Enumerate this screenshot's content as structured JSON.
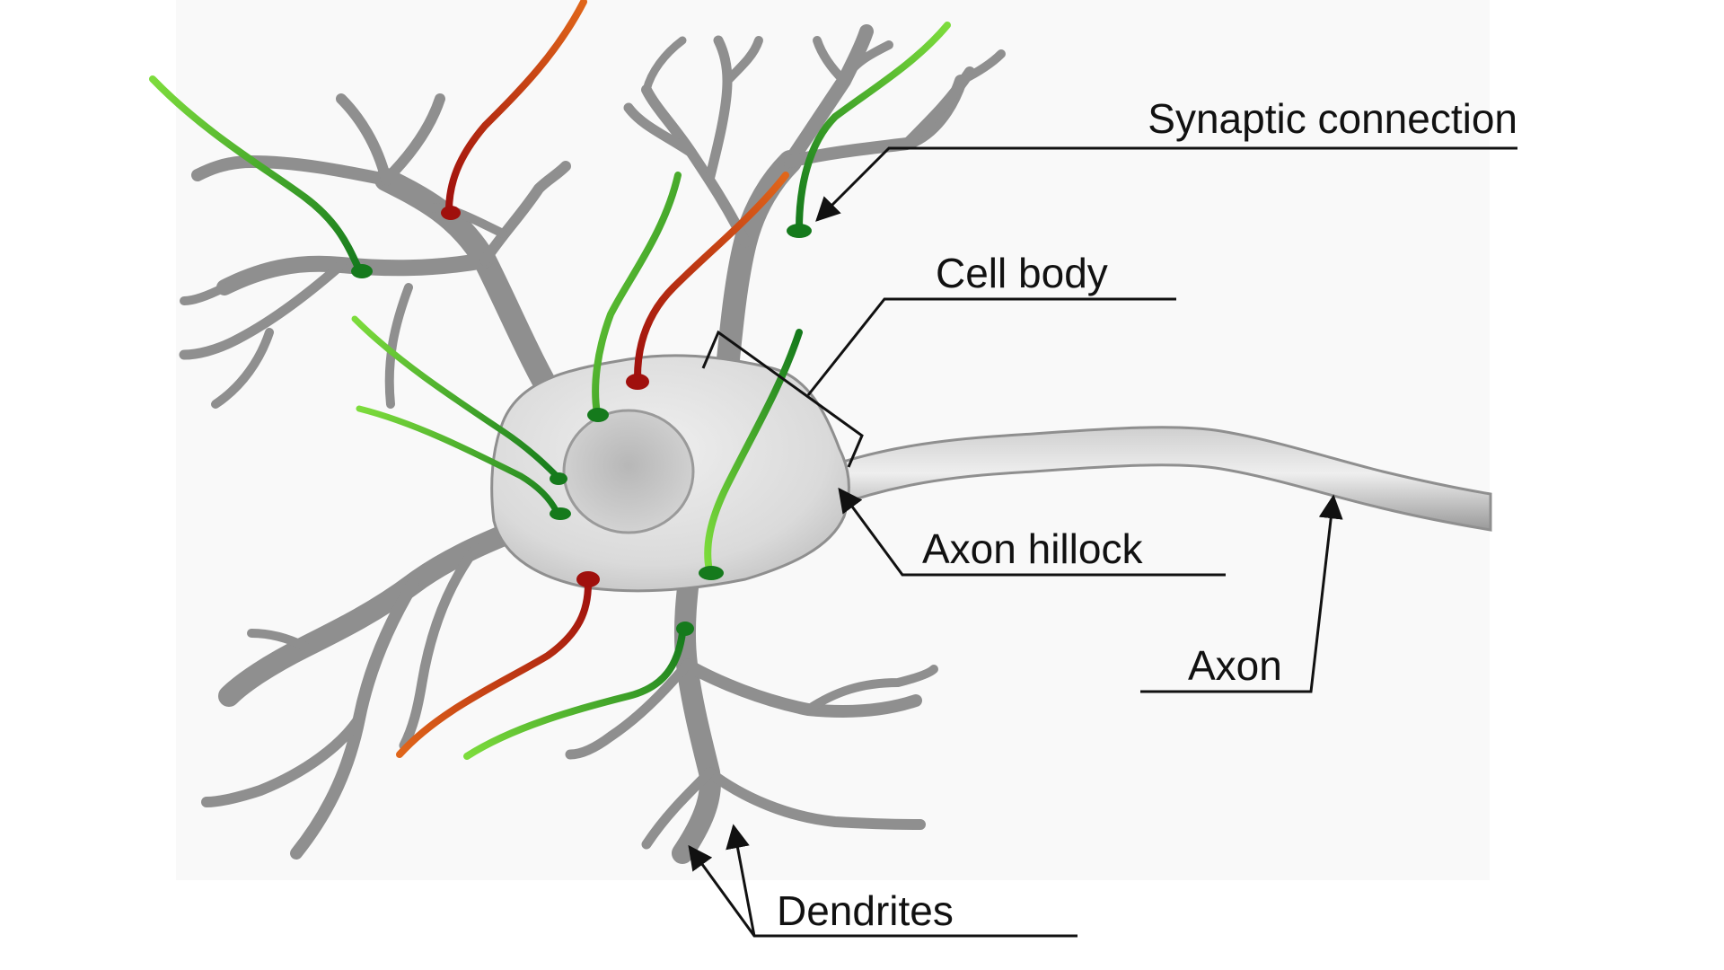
{
  "labels": {
    "synaptic_connection": "Synaptic connection",
    "cell_body": "Cell body",
    "axon_hillock": "Axon hillock",
    "axon": "Axon",
    "dendrites": "Dendrites"
  },
  "colors": {
    "background": "#ffffff",
    "panel": "#f9f9f9",
    "membrane": "#8f8f8f",
    "soma_fill": "#dcdcdc",
    "nucleus_fill": "#c4c4c4",
    "excitatory_synapse": "#1e8a22",
    "excitatory_tip": "#7ddc3c",
    "inhibitory_synapse": "#b0130f",
    "inhibitory_tip": "#e0661a",
    "text": "#111111"
  }
}
